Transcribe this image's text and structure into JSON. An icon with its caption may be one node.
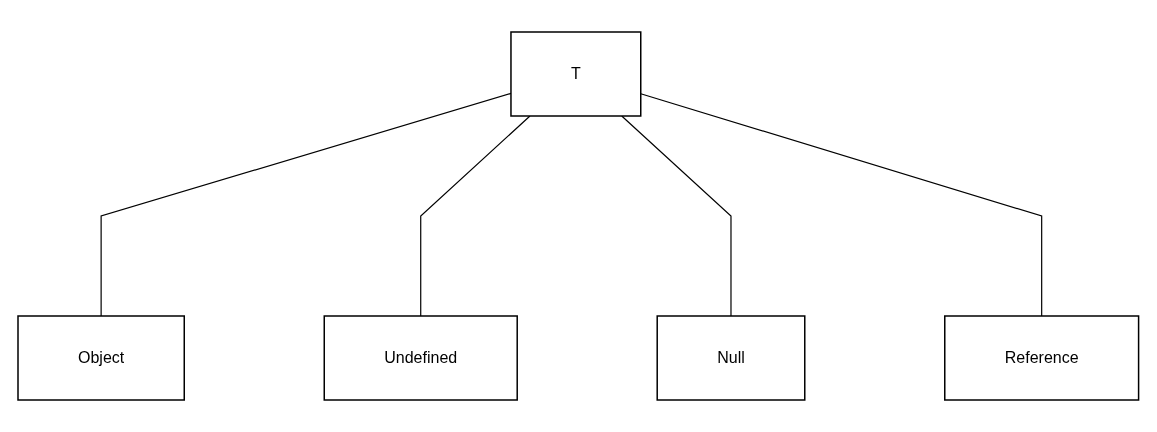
{
  "diagram": {
    "nodes": [
      {
        "text": [
          "T"
        ]
      },
      {
        "text": [
          "Object"
        ]
      },
      {
        "text": [
          "Undefined"
        ]
      },
      {
        "text": [
          "Null"
        ]
      },
      {
        "text": [
          "Reference"
        ]
      }
    ],
    "edges": [
      {
        "from": 0,
        "to": 1,
        "arrow": "none"
      },
      {
        "from": 0,
        "to": 2,
        "arrow": "none"
      },
      {
        "from": 0,
        "to": 3,
        "arrow": "none"
      },
      {
        "from": 0,
        "to": 4,
        "arrow": "none"
      }
    ]
  }
}
